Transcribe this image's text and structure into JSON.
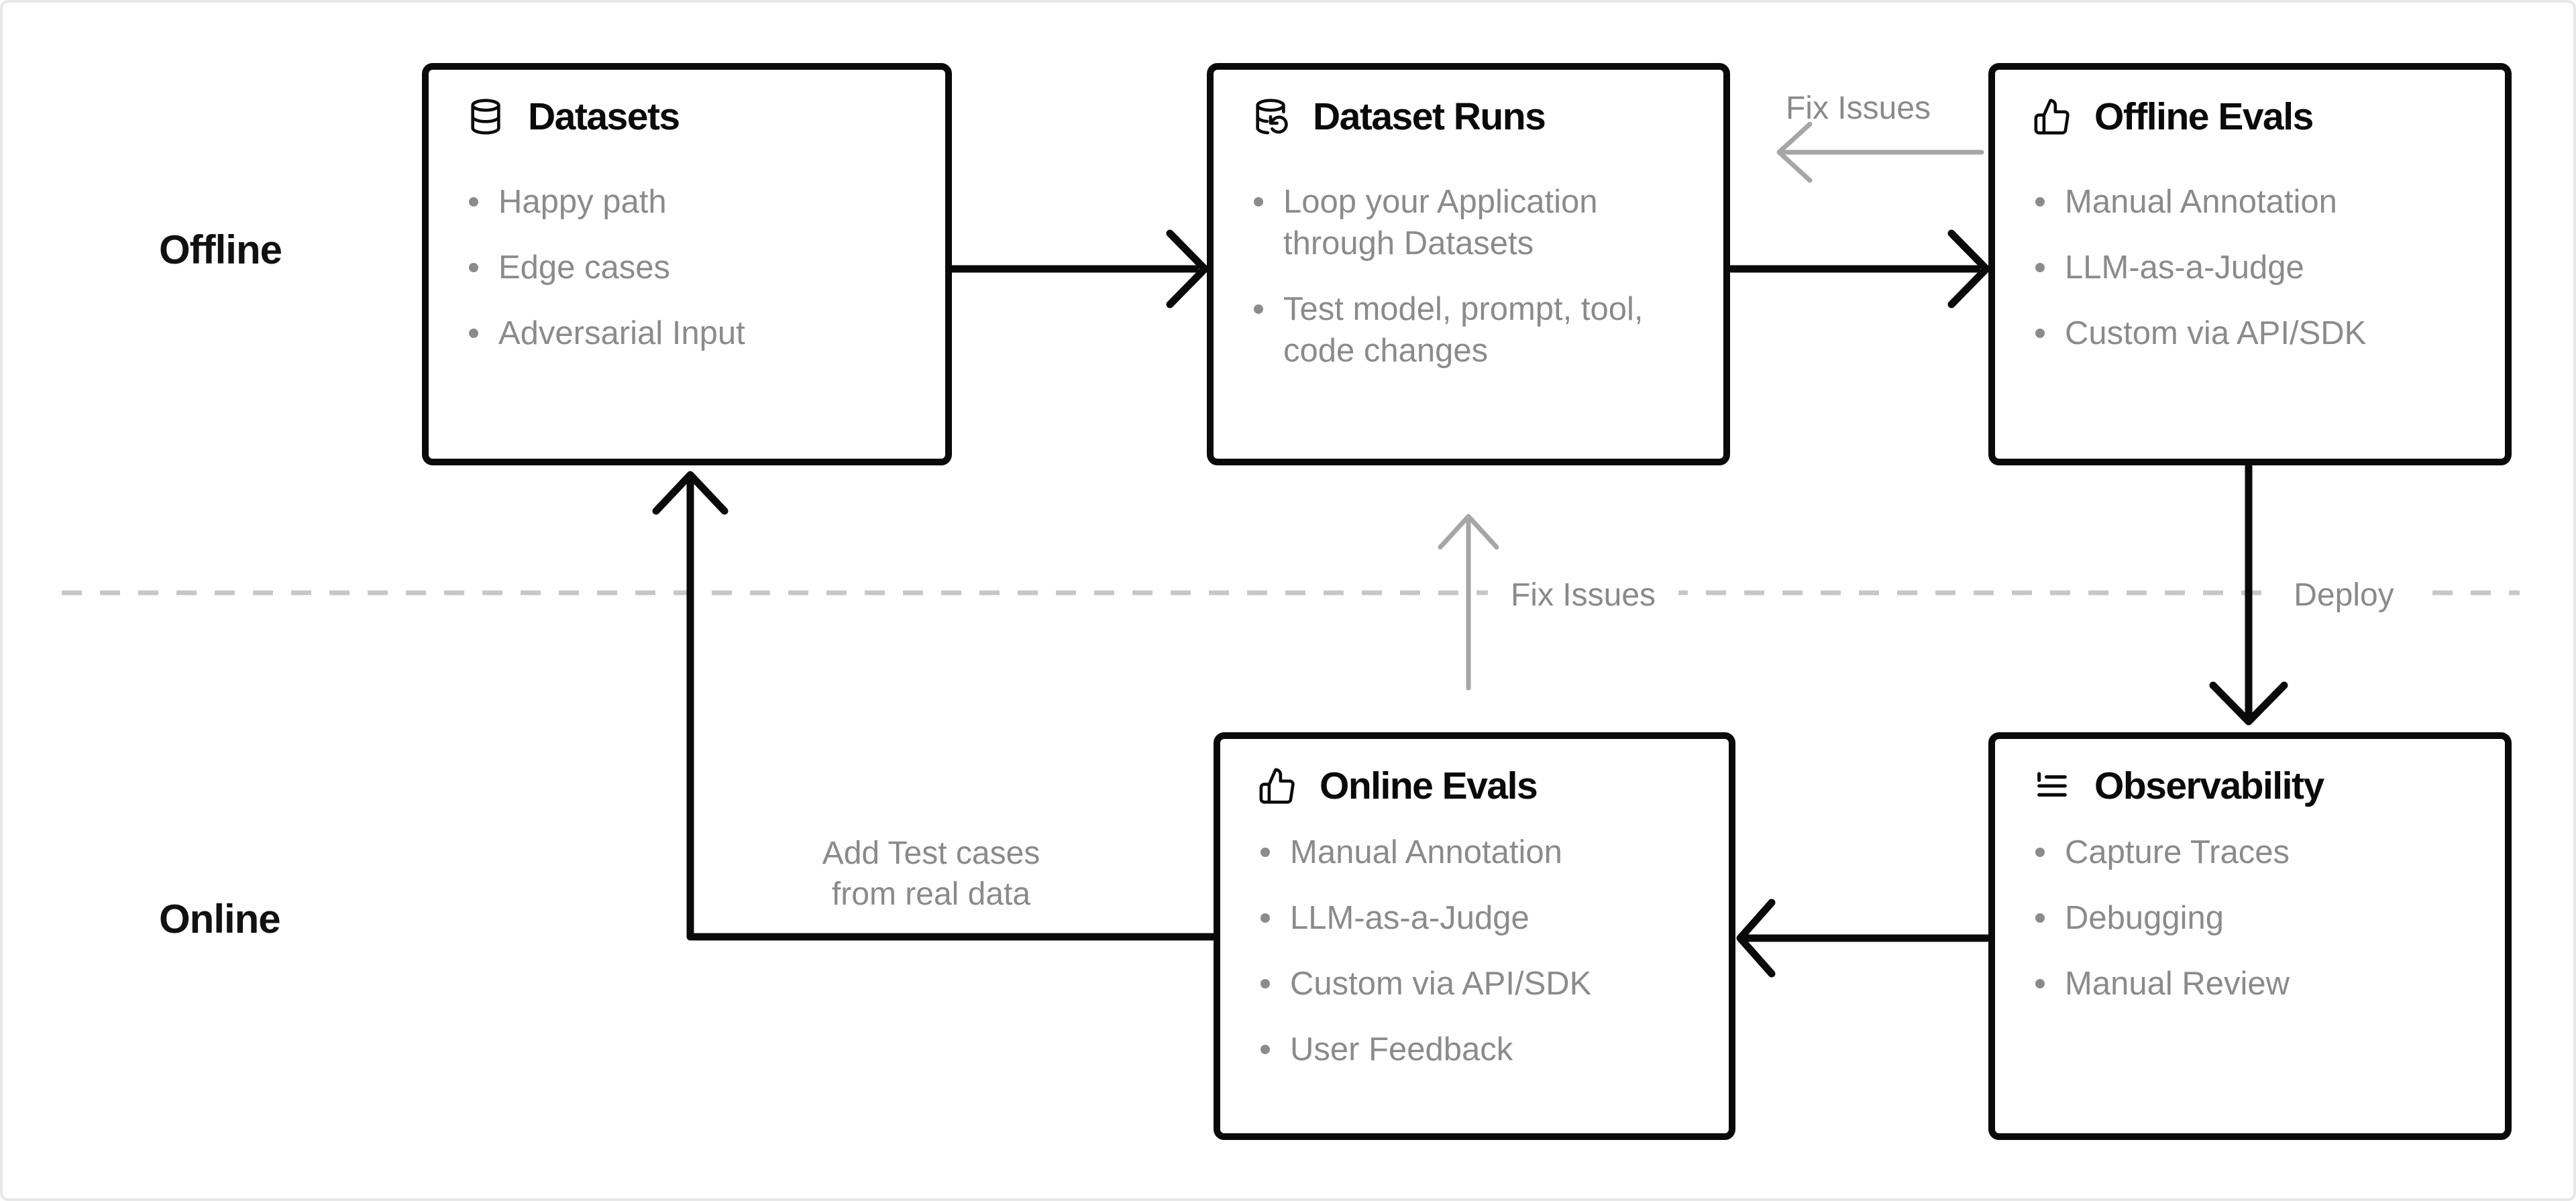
{
  "colors": {
    "box_border": "#0a0a0a",
    "title_text": "#0a0a0a",
    "bullet_text": "#8b8b8b",
    "label_text": "#8a8a8a",
    "gray_arrow": "#a6a6a6",
    "black_arrow": "#0a0a0a",
    "dashed_line": "#c7c7c7",
    "frame_border": "#e7e7e7",
    "background": "#ffffff"
  },
  "row_labels": {
    "offline": "Offline",
    "online": "Online"
  },
  "boxes": [
    {
      "title": "Datasets",
      "icon": "database-icon",
      "items": [
        "Happy path",
        "Edge cases",
        "Adversarial Input"
      ]
    },
    {
      "title": "Dataset Runs",
      "icon": "database-refresh-icon",
      "items": [
        "Loop your Application through Datasets",
        "Test model, prompt, tool, code changes"
      ]
    },
    {
      "title": "Offline Evals",
      "icon": "thumbs-up-icon",
      "items": [
        "Manual Annotation",
        "LLM-as-a-Judge",
        "Custom via API/SDK"
      ]
    },
    {
      "title": "Online Evals",
      "icon": "thumbs-up-icon",
      "items": [
        "Manual Annotation",
        "LLM-as-a-Judge",
        "Custom via API/SDK",
        "User Feedback"
      ]
    },
    {
      "title": "Observability",
      "icon": "trace-list-icon",
      "items": [
        "Capture Traces",
        "Debugging",
        "Manual Review"
      ]
    }
  ],
  "edge_labels": {
    "fix_issues_top": "Fix Issues",
    "fix_issues_middle": "Fix Issues",
    "deploy": "Deploy",
    "add_test_cases_line1": "Add Test cases",
    "add_test_cases_line2": "from real data"
  }
}
